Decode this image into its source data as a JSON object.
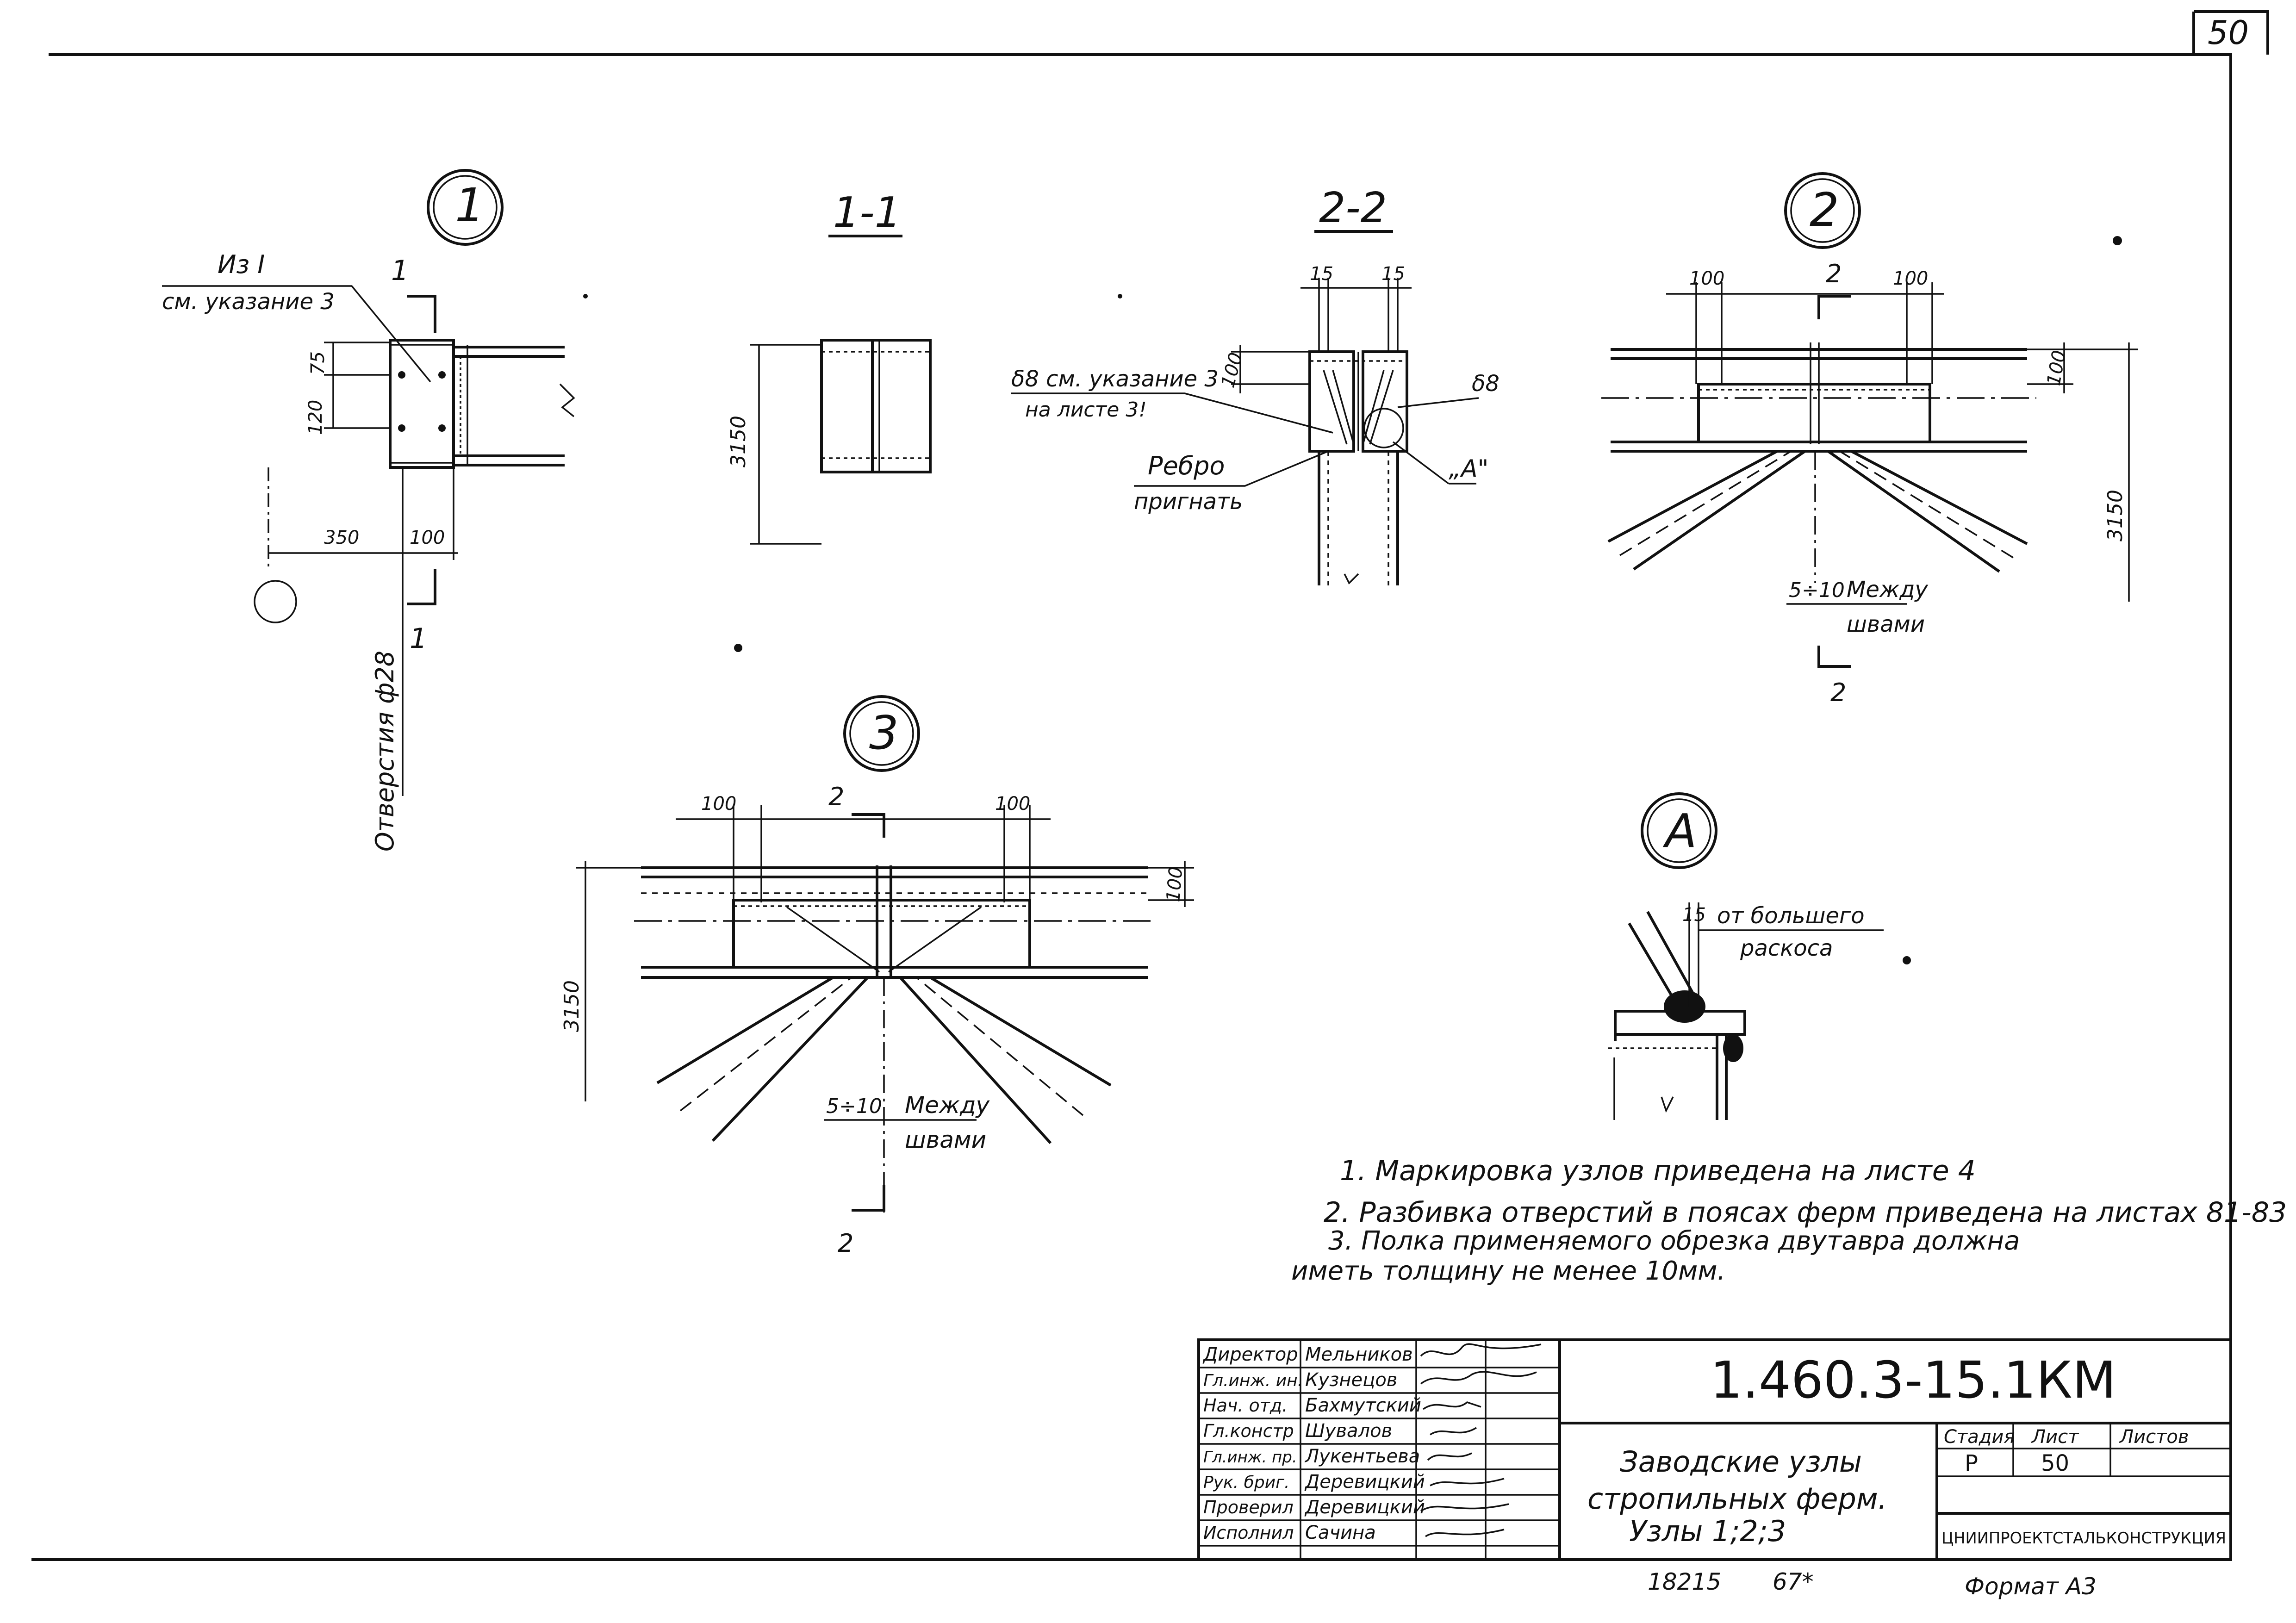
{
  "sheet_corner_number": "50",
  "details": {
    "node1": {
      "marker": "1",
      "note_top": "Из I",
      "note_bottom": "см. указание 3",
      "section_mark": "1",
      "dim_75": "75",
      "dim_120": "120",
      "dim_350": "350",
      "dim_100": "100",
      "holes_label": "Отверстия ф28"
    },
    "section11": {
      "title": "1-1",
      "dim_3150": "3150"
    },
    "section22": {
      "title": "2-2",
      "dim_15_left": "15",
      "dim_15_right": "15",
      "dim_100": "100",
      "label_s8_note": "δ8 см. указание 3",
      "label_s8_note2": "на листе 3!",
      "label_s8": "δ8",
      "label_a": "„А\"",
      "label_rib": "Ребро",
      "label_rib2": "пригнать"
    },
    "node2": {
      "marker": "2",
      "dim_100_left": "100",
      "dim_100_right": "100",
      "dim_100_vert": "100",
      "dim_3150": "3150",
      "section_mark_top": "2",
      "section_mark_bottom": "2",
      "gap_label": "5÷10",
      "gap_note": "Между",
      "gap_note2": "швами"
    },
    "node3": {
      "marker": "3",
      "dim_100_left": "100",
      "dim_100_right": "100",
      "dim_100_vert": "100",
      "dim_3150": "3150",
      "section_mark_top": "2",
      "section_mark_bottom": "2",
      "gap_label": "5÷10",
      "gap_note": "Между",
      "gap_note2": "швами"
    },
    "detailA": {
      "marker": "А",
      "dim_15": "15",
      "note": "от большего",
      "note2": "раскоса"
    }
  },
  "notes": [
    "1. Маркировка узлов приведена на листе 4",
    "2. Разбивка отверстий в поясах ферм приведена на листах 81-83",
    "3. Полка применяемого обрезка двутавра должна",
    "иметь толщину не менее 10мм."
  ],
  "title_block": {
    "roles": [
      "Директор",
      "Гл.инж. ин.",
      "Нач. отд.",
      "Гл.констр",
      "Гл.инж. пр.",
      "Рук. бриг.",
      "Проверил",
      "Исполнил"
    ],
    "names": [
      "Мельников",
      "Кузнецов",
      "Бахмутский",
      "Шувалов",
      "Лукентьева",
      "Деревицкий",
      "Деревицкий",
      "Сачина"
    ],
    "designation": "1.460.3-15.1КМ",
    "title_lines": [
      "Заводские узлы",
      "стропильных ферм.",
      "Узлы 1;2;3"
    ],
    "stage_header": "Стадия",
    "sheet_header": "Лист",
    "sheets_header": "Листов",
    "stage": "Р",
    "sheet": "50",
    "sheets": "",
    "organization": "ЦНИИПРОЕКТСТАЛЬКОНСТРУКЦИЯ",
    "archive_number": "18215",
    "archive_code": "67*",
    "format": "Формат А3"
  }
}
